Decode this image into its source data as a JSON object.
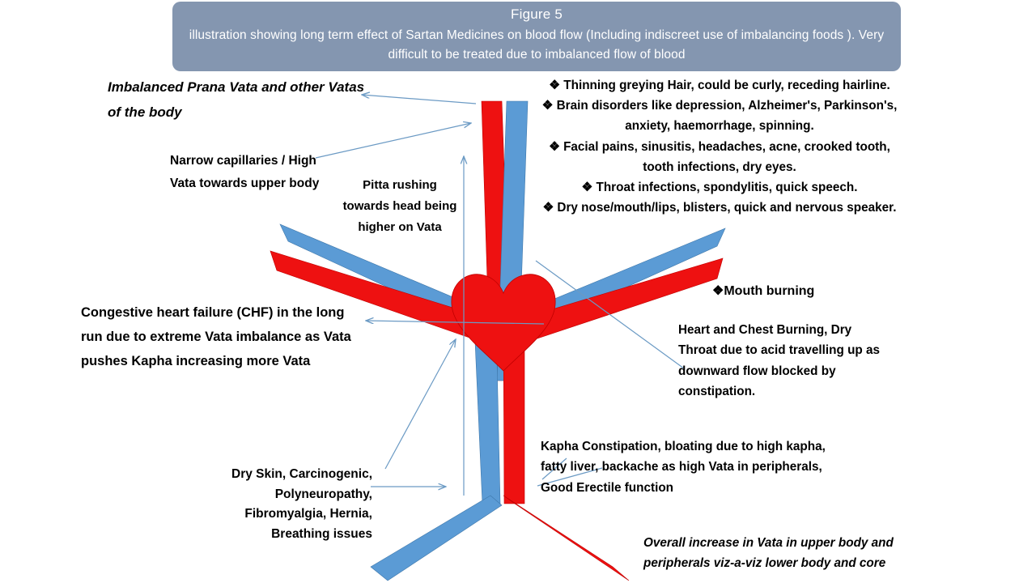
{
  "banner": {
    "figure_label": "Figure 5",
    "caption": "illustration showing long term effect of Sartan Medicines on blood flow (Including indiscreet use of imbalancing foods ). Very difficult to be treated due to imbalanced flow of blood",
    "bg_color": "#8496B0",
    "text_color": "#FFFFFF"
  },
  "colors": {
    "artery_red": "#EE1111",
    "vein_blue": "#5B9BD5",
    "arrow_blue": "#6B9AC4",
    "text_black": "#000000"
  },
  "labels": {
    "prana_vata": "Imbalanced Prana Vata and other Vatas of the body",
    "narrow_capillaries": "Narrow capillaries / High Vata towards upper body",
    "pitta_rushing": "Pitta rushing towards head being higher on Vata",
    "chf": "Congestive heart failure (CHF) in the long run due to  extreme Vata imbalance as Vata pushes Kapha increasing more Vata",
    "dry_skin": "Dry Skin, Carcinogenic, Polyneuropathy, Fibromyalgia, Hernia, Breathing issues",
    "mouth_burning": "Mouth burning",
    "heart_chest_burning": "Heart and Chest Burning, Dry Throat due to acid travelling up as downward flow blocked by constipation.",
    "kapha_constipation": "Kapha Constipation,  bloating due to high kapha, fatty liver, backache as high Vata in peripherals, Good Erectile function",
    "overall_increase": "Overall increase in Vata in upper body and peripherals viz-a-viz lower body and core"
  },
  "head_symptoms": {
    "bullet_glyph": "❖",
    "items": [
      "Thinning greying Hair, could be curly, receding hairline.",
      "Brain disorders like depression, Alzheimer's, Parkinson's, anxiety, haemorrhage, spinning.",
      "Facial pains, sinusitis, headaches, acne, crooked tooth, tooth infections, dry eyes.",
      "Throat infections, spondylitis, quick speech.",
      "Dry nose/mouth/lips,  blisters, quick and nervous speaker."
    ]
  },
  "diagram": {
    "center_shape": "heart",
    "limbs": [
      {
        "name": "upper-left-vein",
        "color": "#5B9BD5"
      },
      {
        "name": "upper-left-artery",
        "color": "#EE1111"
      },
      {
        "name": "upper-right-vein",
        "color": "#5B9BD5"
      },
      {
        "name": "upper-right-artery",
        "color": "#EE1111"
      },
      {
        "name": "head-artery",
        "color": "#EE1111"
      },
      {
        "name": "head-vein",
        "color": "#5B9BD5"
      },
      {
        "name": "lower-left-vein",
        "color": "#5B9BD5"
      },
      {
        "name": "lower-right-artery",
        "color": "#EE1111"
      }
    ]
  }
}
